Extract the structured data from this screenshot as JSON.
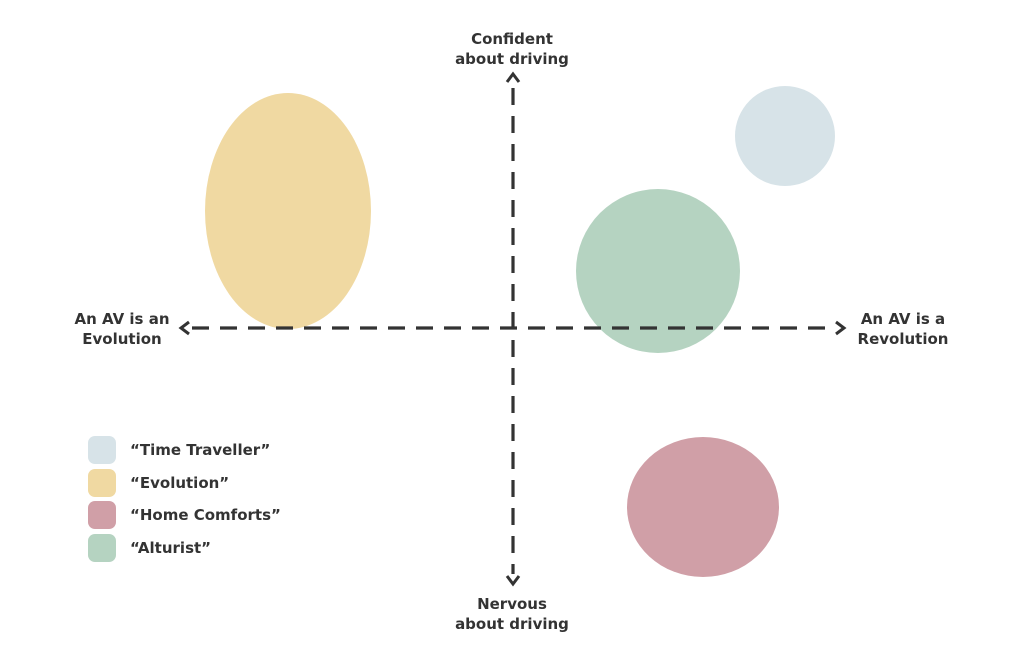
{
  "axes": {
    "top_line1": "Confident",
    "top_line2": "about driving",
    "bottom_line1": "Nervous",
    "bottom_line2": "about driving",
    "left_line1": "An AV is an",
    "left_line2": "Evolution",
    "right_line1": "An AV is a",
    "right_line2": "Revolution"
  },
  "segments": [
    {
      "label": "“Time Traveller”",
      "color": "#d7e3e8"
    },
    {
      "label": "“Evolution”",
      "color": "#f0d9a2"
    },
    {
      "label": "“Home Comforts”",
      "color": "#d09fa7"
    },
    {
      "label": "“Alturist”",
      "color": "#b5d3c1"
    }
  ],
  "colors": {
    "axis": "#333333",
    "background": "#ffffff"
  }
}
